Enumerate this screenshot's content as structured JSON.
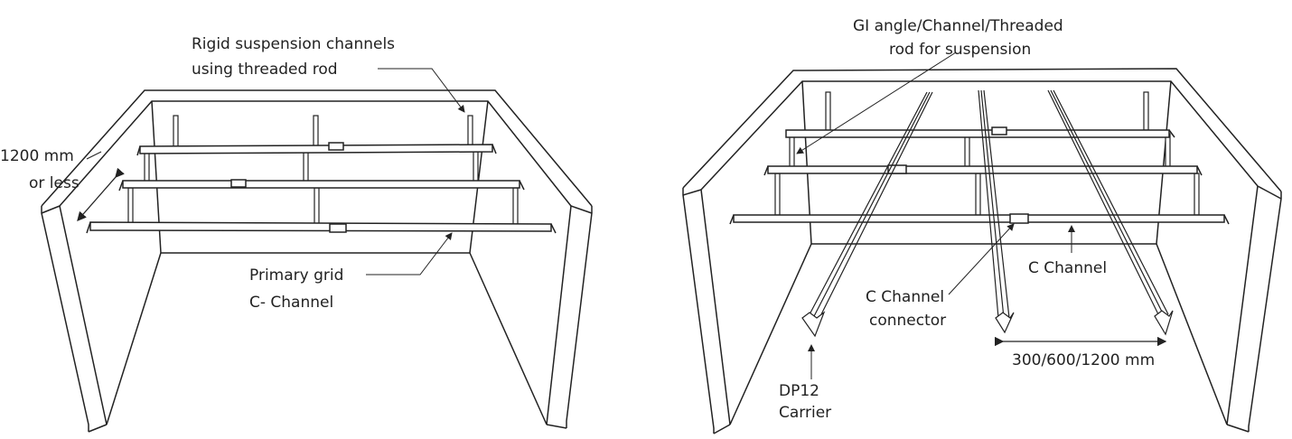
{
  "left_diagram": {
    "label_spacing_line1": "1200 mm",
    "label_spacing_line2": "or less",
    "label_suspension_line1": "Rigid suspension channels",
    "label_suspension_line2": "using threaded rod",
    "label_primary_line1": "Primary grid",
    "label_primary_line2": "C- Channel"
  },
  "right_diagram": {
    "label_suspension_line1": "GI angle/Channel/Threaded",
    "label_suspension_line2": "rod for suspension",
    "label_cchannel": "C Channel",
    "label_connector_line1": "C Channel",
    "label_connector_line2": "connector",
    "label_spacing": "300/600/1200 mm",
    "label_carrier_line1": "DP12",
    "label_carrier_line2": "Carrier"
  },
  "colors": {
    "line": "#222222",
    "background": "#ffffff"
  }
}
